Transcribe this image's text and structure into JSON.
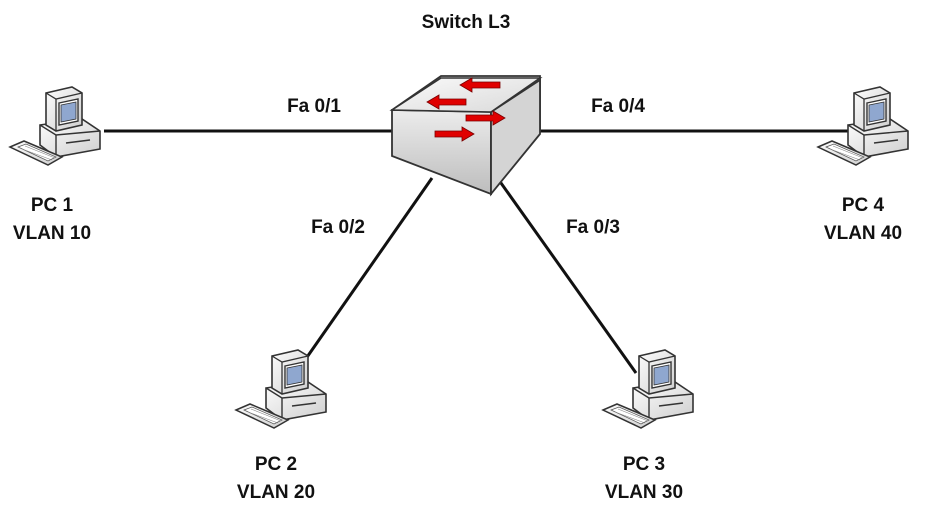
{
  "diagram": {
    "title": "Switch L3",
    "links": [
      {
        "port": "Fa 0/1",
        "to": "PC 1"
      },
      {
        "port": "Fa 0/2",
        "to": "PC 2"
      },
      {
        "port": "Fa 0/3",
        "to": "PC 3"
      },
      {
        "port": "Fa 0/4",
        "to": "PC 4"
      }
    ],
    "nodes": [
      {
        "name": "PC 1",
        "vlan": "VLAN 10"
      },
      {
        "name": "PC 2",
        "vlan": "VLAN 20"
      },
      {
        "name": "PC 3",
        "vlan": "VLAN 30"
      },
      {
        "name": "PC 4",
        "vlan": "VLAN 40"
      }
    ],
    "colors": {
      "arrow": "#e00000",
      "line": "#111111",
      "switch_face": "#efefef"
    }
  }
}
